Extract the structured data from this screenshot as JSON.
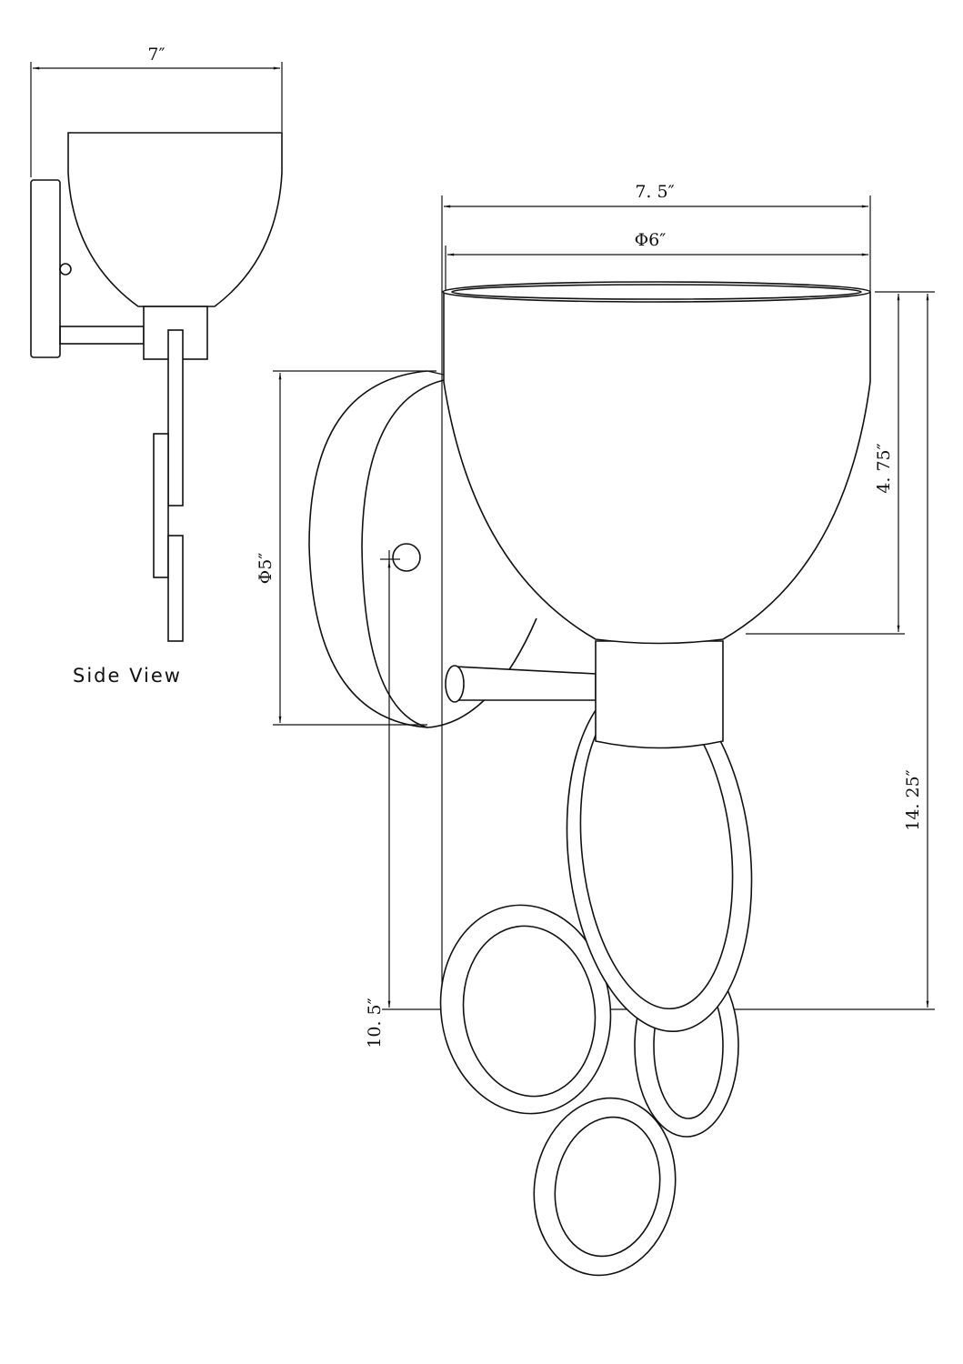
{
  "side_view": {
    "title": "Side View",
    "width_label": "7″"
  },
  "front_view": {
    "overall_width_label": "7. 5″",
    "shade_diameter_label": "Φ6″",
    "backplate_diameter_label": "Φ5″",
    "shade_height_label": "4. 75″",
    "overall_height_label": "14. 25″",
    "outlet_height_label": "10. 5″"
  }
}
